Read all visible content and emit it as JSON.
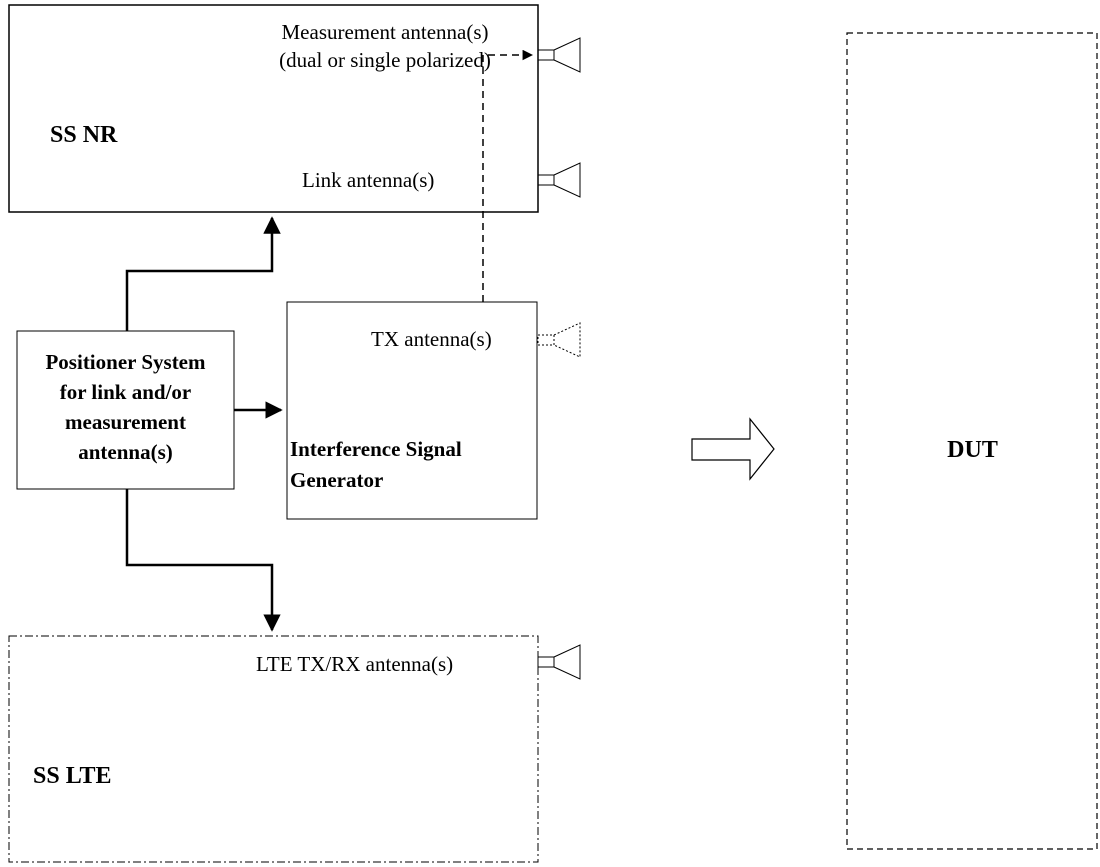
{
  "ss_nr": {
    "title": "SS NR",
    "measurement_antenna_line1": "Measurement antenna(s)",
    "measurement_antenna_line2": "(dual or single polarized)",
    "link_antenna": "Link antenna(s)"
  },
  "positioner": {
    "line1": "Positioner System",
    "line2": "for link and/or",
    "line3": "measurement",
    "line4": "antenna(s)"
  },
  "interference": {
    "tx_antenna": "TX antenna(s)",
    "line1": "Interference Signal",
    "line2": "Generator"
  },
  "ss_lte": {
    "title": "SS LTE",
    "antenna": "LTE TX/RX antenna(s)"
  },
  "dut": {
    "title": "DUT"
  }
}
